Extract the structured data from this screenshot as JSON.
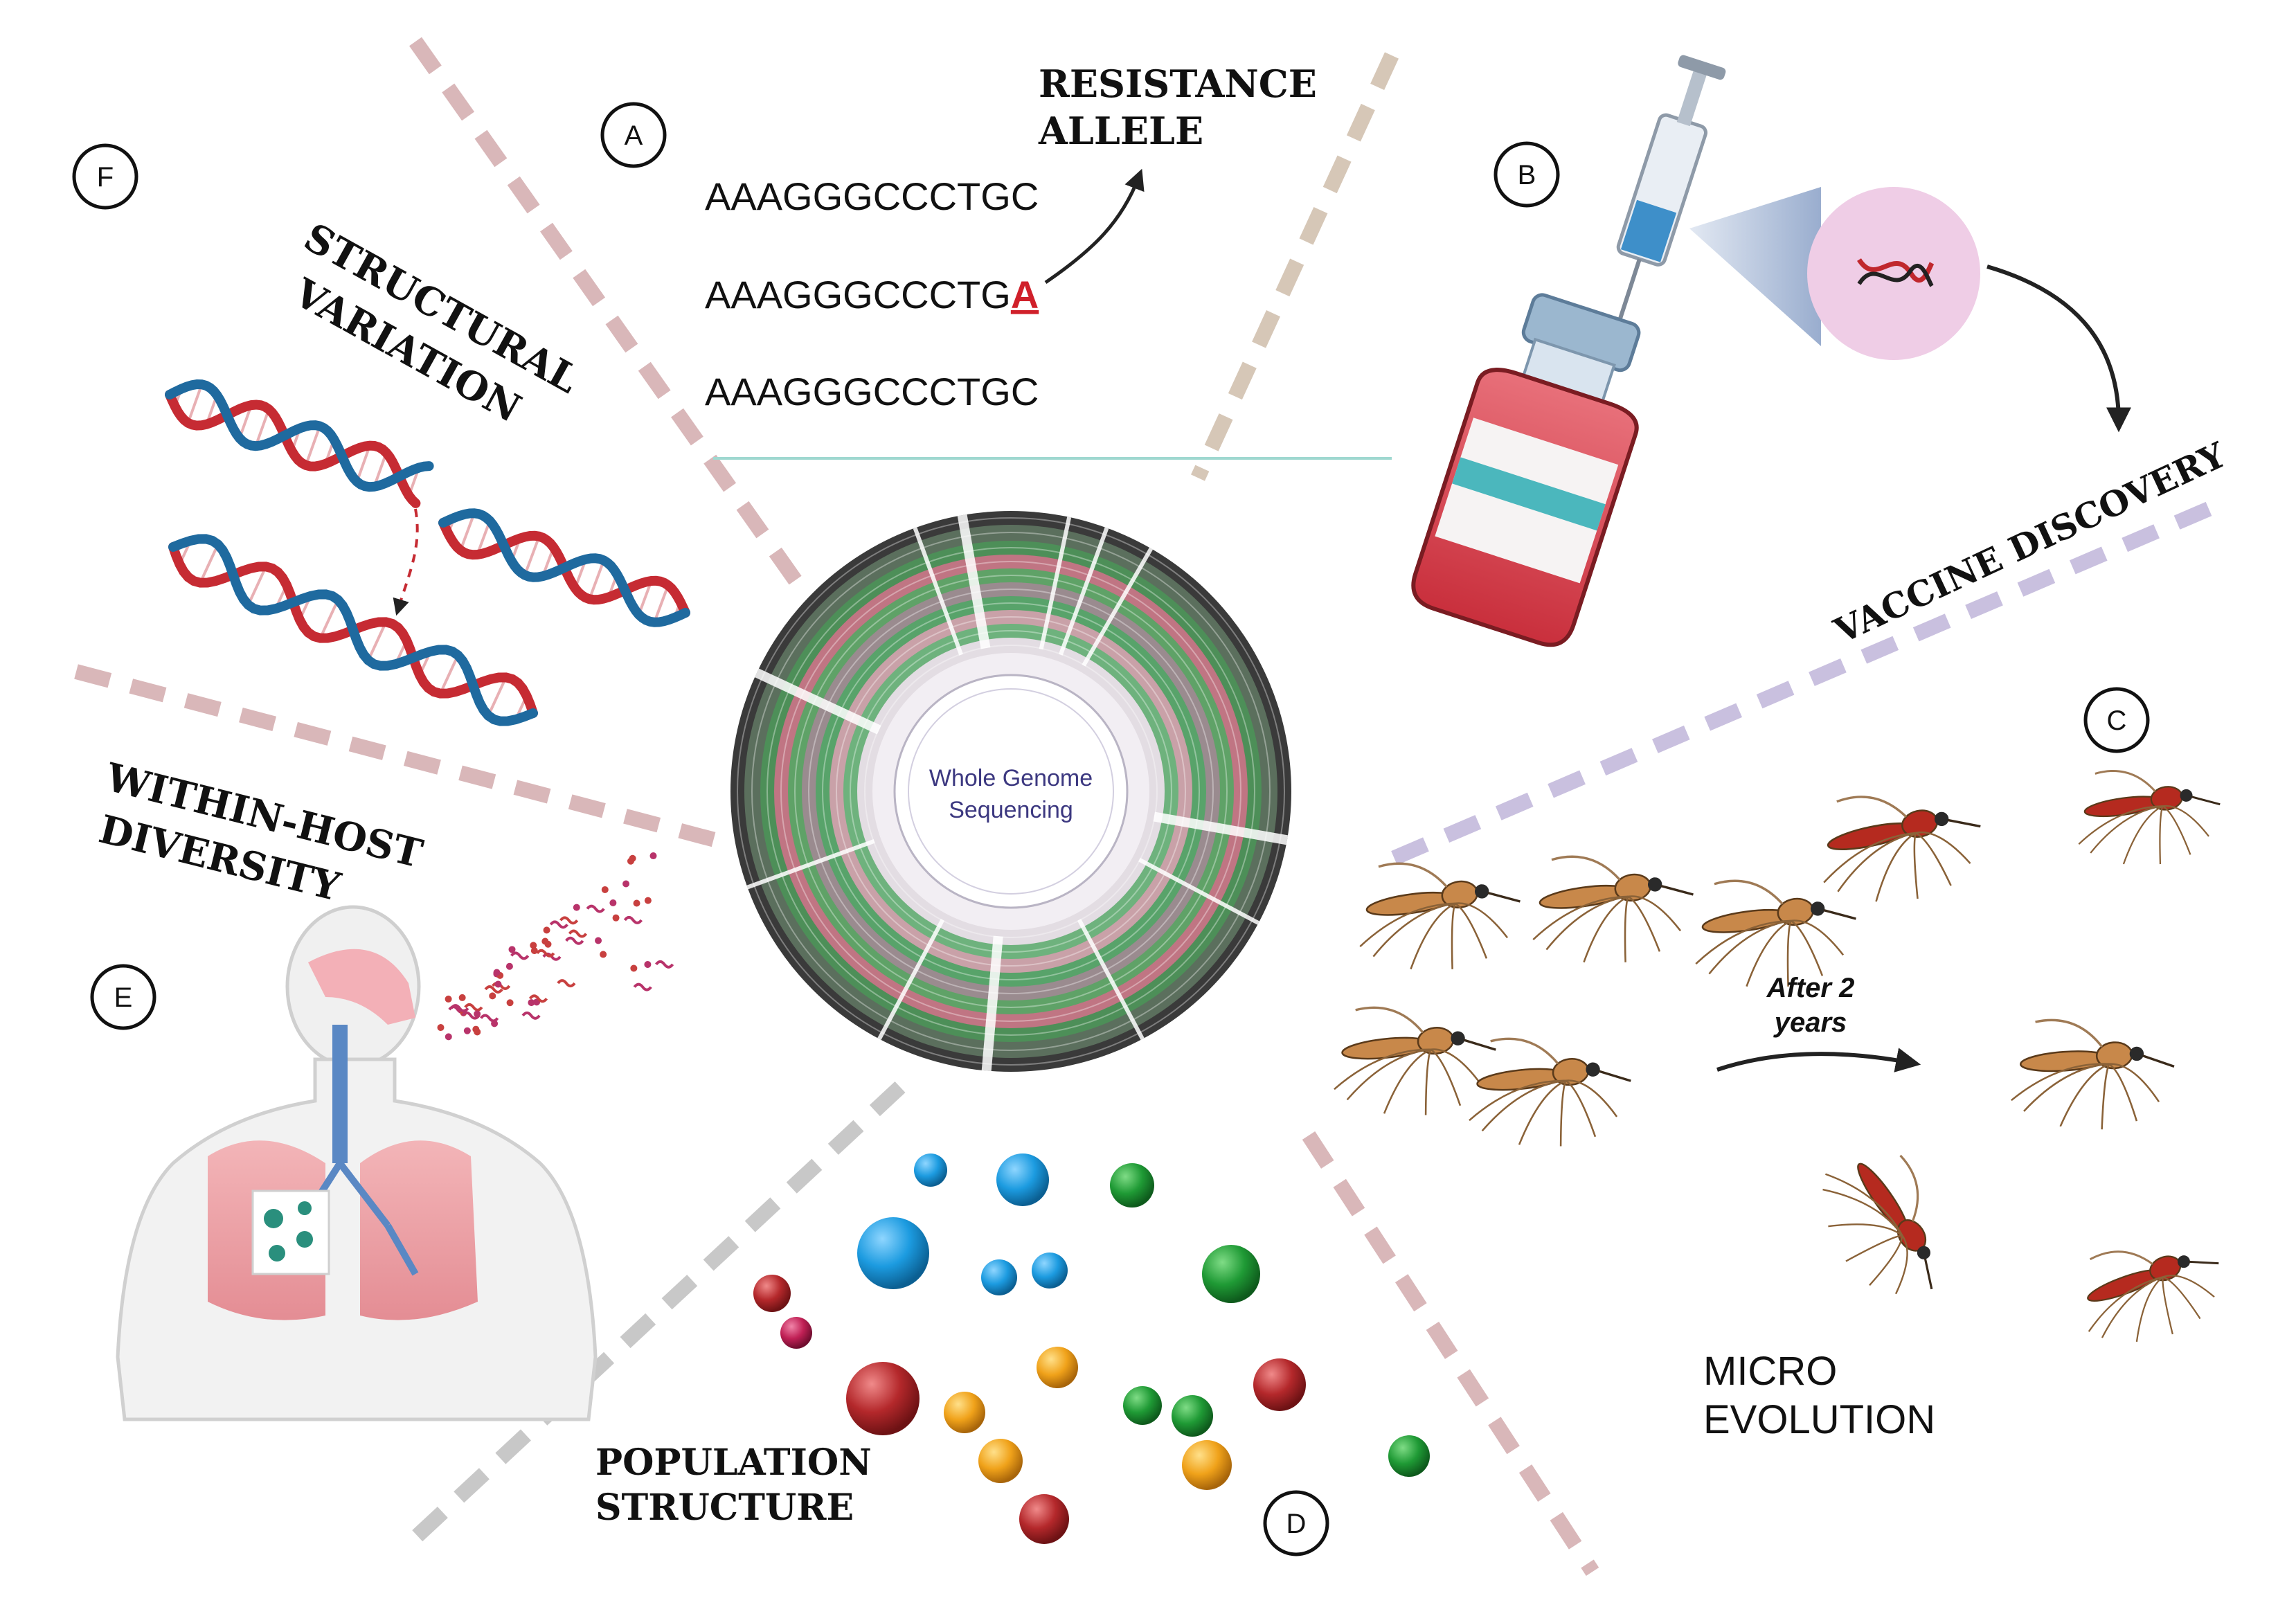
{
  "center_title": [
    "Whole Genome",
    "Sequencing"
  ],
  "panels": {
    "A": {
      "badge": "A",
      "title_lines": [
        "RESISTANCE",
        "ALLELE"
      ],
      "seq_prefix": [
        "AAAGGGCCCTGC",
        "AAAGGGCCCTG",
        "AAAGGGCCCTGC"
      ],
      "mutation": "A"
    },
    "B": {
      "badge": "B",
      "title": "VACCINE DISCOVERY"
    },
    "C": {
      "badge": "C",
      "title_lines": [
        "MICRO",
        "EVOLUTION"
      ],
      "time_label": [
        "After 2",
        "years"
      ]
    },
    "D": {
      "badge": "D",
      "title_lines": [
        "POPULATION",
        "STRUCTURE"
      ]
    },
    "E": {
      "badge": "E",
      "title_lines": [
        "WITHIN-HOST",
        "DIVERSITY"
      ]
    },
    "F": {
      "badge": "F",
      "title_lines": [
        "STRUCTURAL",
        "VARIATION"
      ]
    }
  },
  "colors": {
    "mutation": "#d0202a",
    "dna_red": "#c62b33",
    "dna_blue": "#1f6a9f",
    "mosquito_brown": "#c8884a",
    "mosquito_red": "#b52a1f",
    "divider_pink": "#d9b7b9",
    "divider_tan": "#d6c7b7",
    "divider_purple": "#c9c0df",
    "divider_gray": "#c8c8c8"
  }
}
